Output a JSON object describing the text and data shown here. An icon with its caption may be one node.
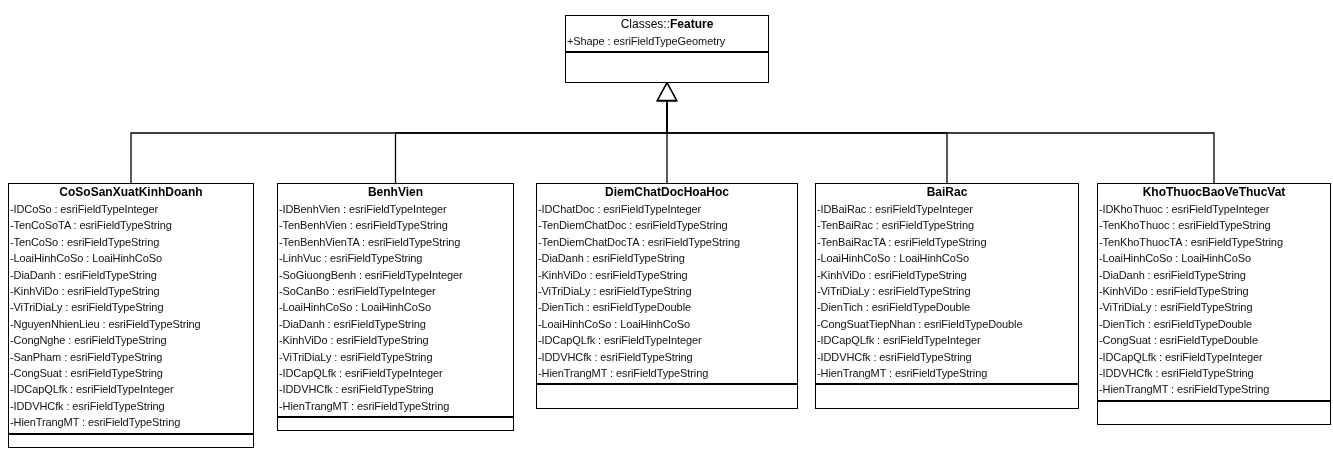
{
  "diagram": {
    "nodes": [
      {
        "text": [
          "Classes::**Feature**",
          "+Shape : esriFieldTypeGeometry"
        ]
      },
      {
        "text": [
          "CoSoSanXuatKinhDoanh",
          "-IDCoSo : esriFieldTypeInteger",
          "-TenCoSoTA : esriFieldTypeString",
          "-TenCoSo : esriFieldTypeString",
          "-LoaiHinhCoSo : LoaiHinhCoSo",
          "-DiaDanh : esriFieldTypeString",
          "-KinhViDo : esriFieldTypeString",
          "-ViTriDiaLy : esriFieldTypeString",
          "-NguyenNhienLieu : esriFieldTypeString",
          "-CongNghe : esriFieldTypeString",
          "-SanPham : esriFieldTypeString",
          "-CongSuat : esriFieldTypeString",
          "-IDCapQLfk : esriFieldTypeInteger",
          "-IDDVHCfk : esriFieldTypeString",
          "-HienTrangMT : esriFieldTypeString"
        ]
      },
      {
        "text": [
          "BenhVien",
          "-IDBenhVien : esriFieldTypeInteger",
          "-TenBenhVien : esriFieldTypeString",
          "-TenBenhVienTA : esriFieldTypeString",
          "-LinhVuc : esriFieldTypeString",
          "-SoGiuongBenh : esriFieldTypeInteger",
          "-SoCanBo : esriFieldTypeInteger",
          "-LoaiHinhCoSo : LoaiHinhCoSo",
          "-DiaDanh : esriFieldTypeString",
          "-KinhViDo : esriFieldTypeString",
          "-ViTriDiaLy : esriFieldTypeString",
          "-IDCapQLfk : esriFieldTypeInteger",
          "-IDDVHCfk : esriFieldTypeString",
          "-HienTrangMT : esriFieldTypeString"
        ]
      },
      {
        "text": [
          "DiemChatDocHoaHoc",
          "-IDChatDoc : esriFieldTypeInteger",
          "-TenDiemChatDoc : esriFieldTypeString",
          "-TenDiemChatDocTA : esriFieldTypeString",
          "-DiaDanh : esriFieldTypeString",
          "-KinhViDo : esriFieldTypeString",
          "-ViTriDiaLy : esriFieldTypeString",
          "-DienTich : esriFieldTypeDouble",
          "-LoaiHinhCoSo : LoaiHinhCoSo",
          "-IDCapQLfk : esriFieldTypeInteger",
          "-IDDVHCfk : esriFieldTypeString",
          "-HienTrangMT : esriFieldTypeString"
        ]
      },
      {
        "text": [
          "BaiRac",
          "-IDBaiRac : esriFieldTypeInteger",
          "-TenBaiRac : esriFieldTypeString",
          "-TenBaiRacTA : esriFieldTypeString",
          "-LoaiHinhCoSo : LoaiHinhCoSo",
          "-KinhViDo : esriFieldTypeString",
          "-ViTriDiaLy : esriFieldTypeString",
          "-DienTich : esriFieldTypeDouble",
          "-CongSuatTiepNhan : esriFieldTypeDouble",
          "-IDCapQLfk : esriFieldTypeInteger",
          "-IDDVHCfk : esriFieldTypeString",
          "-HienTrangMT : esriFieldTypeString"
        ]
      },
      {
        "text": [
          "KhoThuocBaoVeThucVat",
          "-IDKhoThuoc : esriFieldTypeInteger",
          "-TenKhoThuoc : esriFieldTypeString",
          "-TenKhoThuocTA : esriFieldTypeString",
          "-LoaiHinhCoSo : LoaiHinhCoSo",
          "-DiaDanh : esriFieldTypeString",
          "-KinhViDo : esriFieldTypeString",
          "-ViTriDiaLy : esriFieldTypeString",
          "-DienTich : esriFieldTypeDouble",
          "-CongSuat : esriFieldTypeDouble",
          "-IDCapQLfk : esriFieldTypeInteger",
          "-IDDVHCfk : esriFieldTypeString",
          "-HienTrangMT : esriFieldTypeString"
        ]
      }
    ],
    "edges": [
      {
        "from": 1,
        "to": 0,
        "arrow": "to"
      },
      {
        "from": 2,
        "to": 0,
        "arrow": "to"
      },
      {
        "from": 3,
        "to": 0,
        "arrow": "to"
      },
      {
        "from": 4,
        "to": 0,
        "arrow": "to"
      },
      {
        "from": 5,
        "to": 0,
        "arrow": "to"
      }
    ]
  }
}
